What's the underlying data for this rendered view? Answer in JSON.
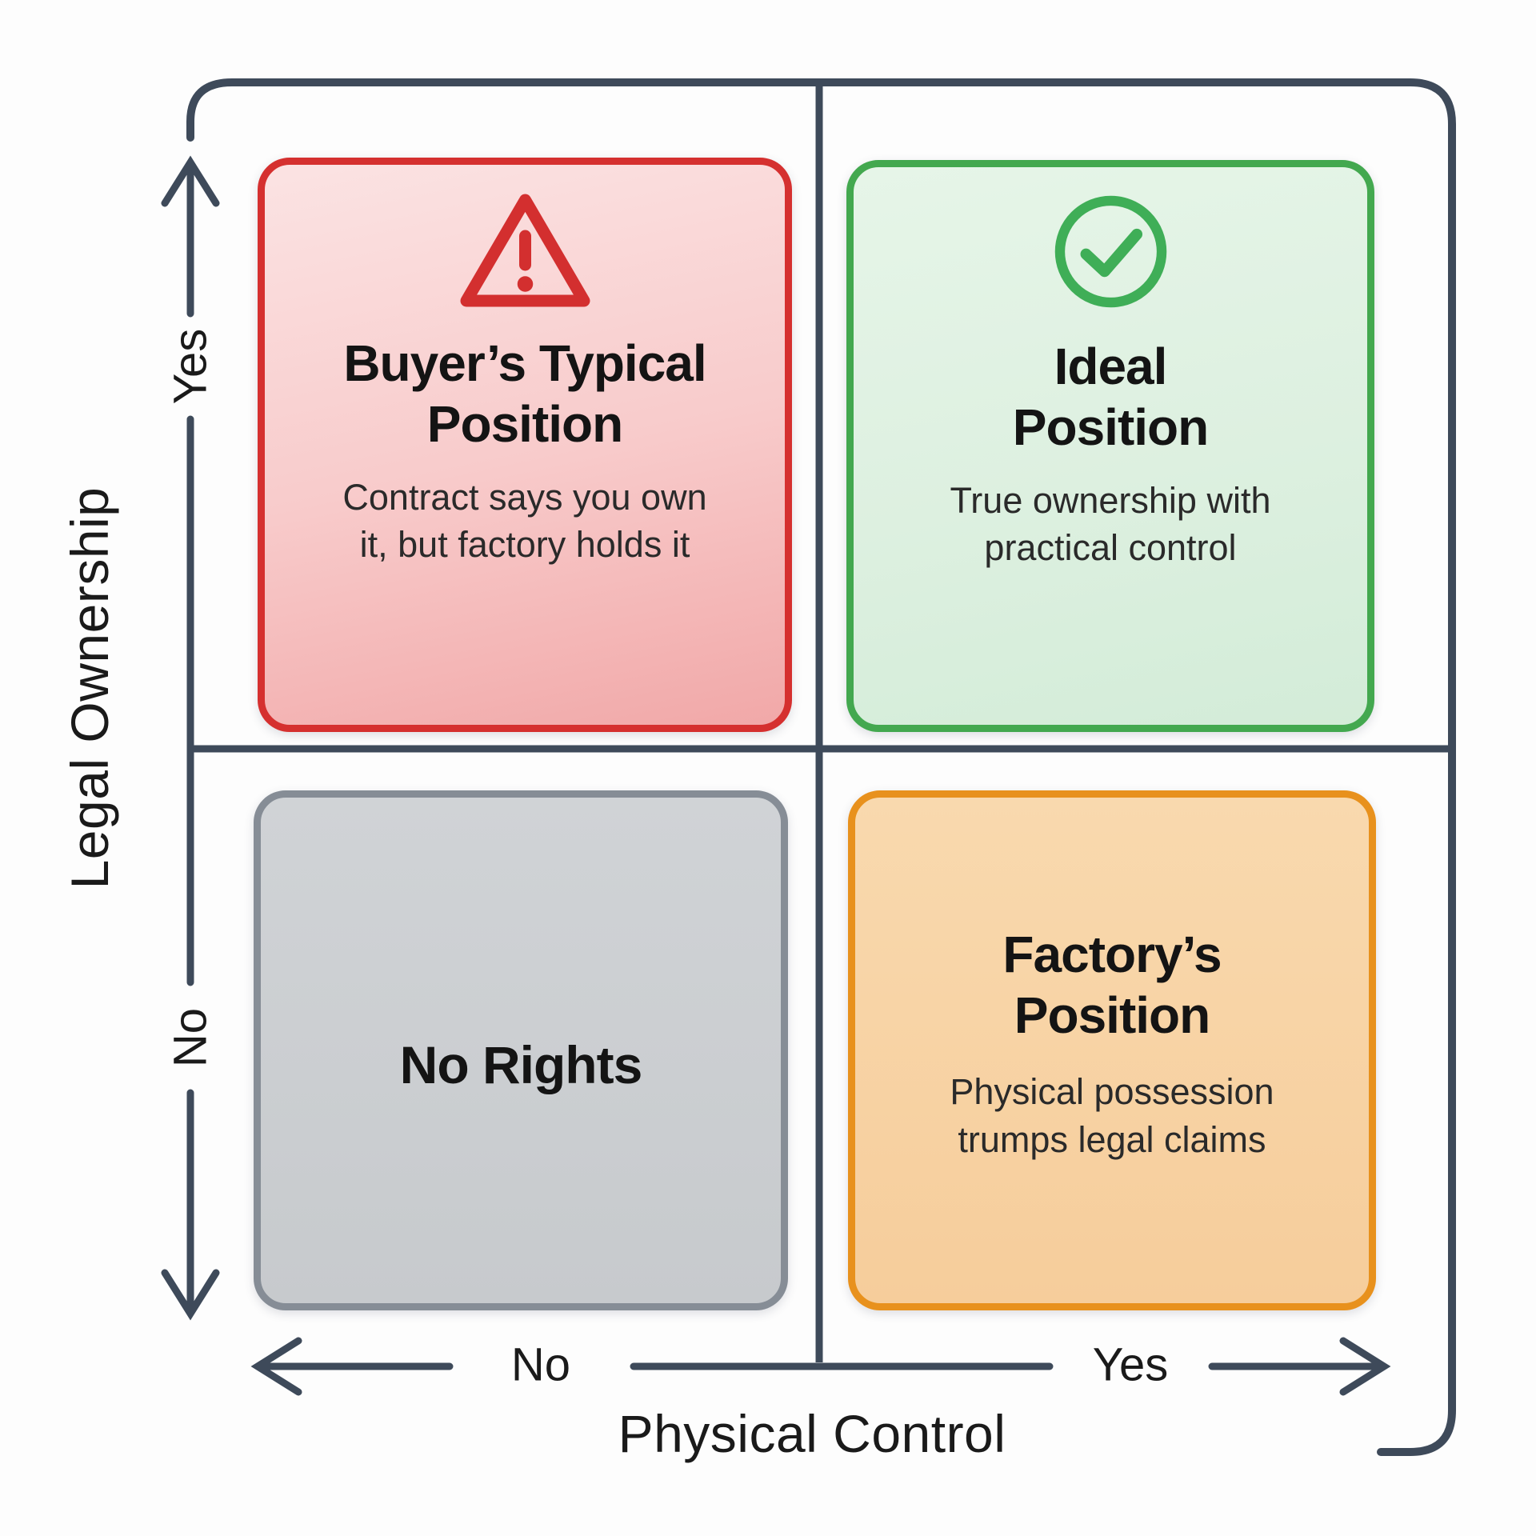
{
  "diagram": {
    "line_color": "#3e4a5a",
    "y_axis": {
      "label": "Legal Ownership",
      "top_value": "Yes",
      "bottom_value": "No"
    },
    "x_axis": {
      "label": "Physical Control",
      "left_value": "No",
      "right_value": "Yes"
    },
    "quadrants": {
      "top_left": {
        "icon": "warning-triangle-icon",
        "icon_color": "#d32f2f",
        "title": "Buyer’s Typical\nPosition",
        "description": "Contract says you own\nit, but factory holds it",
        "fill": "#f8cbcb",
        "border": "#d5302f"
      },
      "top_right": {
        "icon": "check-circle-icon",
        "icon_color": "#3fae57",
        "title": "Ideal\nPosition",
        "description": "True ownership with\npractical control",
        "fill": "#ddf0e0",
        "border": "#43a84f"
      },
      "bottom_left": {
        "title": "No Rights",
        "fill": "#c9cccf",
        "border": "#868d96"
      },
      "bottom_right": {
        "title": "Factory’s\nPosition",
        "description": "Physical possession\ntrumps legal claims",
        "fill": "#f7d3a4",
        "border": "#e8911d"
      }
    }
  }
}
